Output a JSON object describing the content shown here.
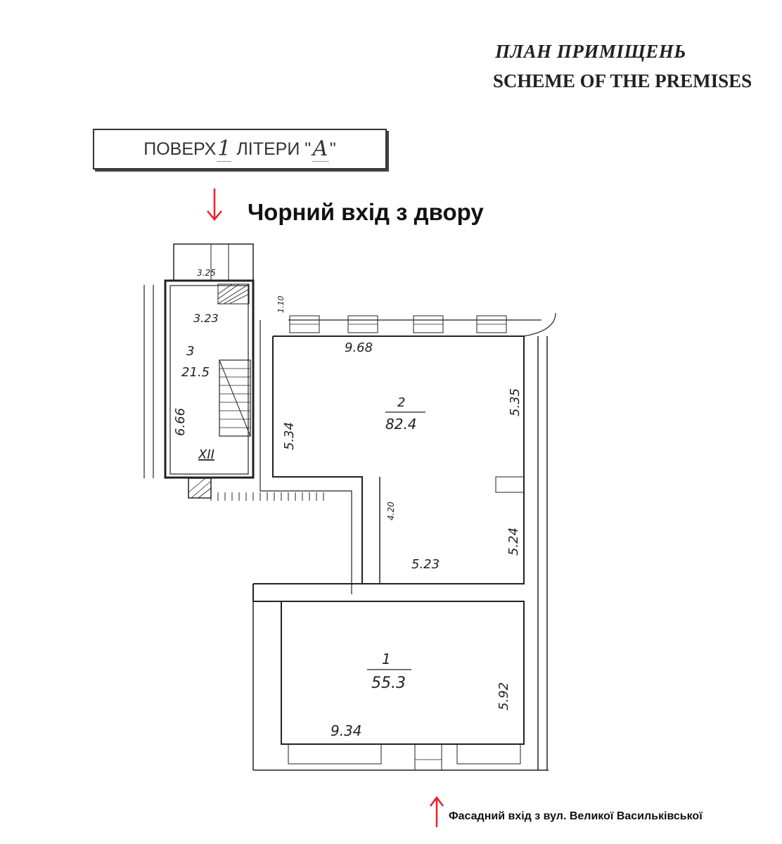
{
  "header": {
    "title_uk": "ПЛАН ПРИМІЩЕНЬ",
    "title_en": "SCHEME OF THE PREMISES"
  },
  "stamp": {
    "floor_label": "ПОВЕРХ",
    "floor_value": "1",
    "letter_label": "ЛІТЕРИ \"",
    "letter_value": "А",
    "letter_close": "\""
  },
  "entrances": {
    "back": "Чорний вхід з двору",
    "front": "Фасадний вхід з вул. Великої Васильківської"
  },
  "rooms": {
    "r1": {
      "number": "1",
      "area": "55.3",
      "dim_bottom": "9.34",
      "dim_right": "5.92"
    },
    "r2": {
      "number": "2",
      "area": "82.4",
      "dim_top": "9.68",
      "dim_left": "5.34",
      "dim_right": "5.35",
      "dim_inner": "4.20",
      "dim_right_lower": "5.24",
      "dim_bottom": "5.23"
    },
    "r3": {
      "number": "3",
      "area": "21.5",
      "dim_top": "3.23",
      "dim_left": "6.66",
      "dim_stair": "3.25",
      "dim_ext": "1.10",
      "label": "XII"
    }
  },
  "colors": {
    "arrow": "#e8202a",
    "ink": "#222222"
  }
}
